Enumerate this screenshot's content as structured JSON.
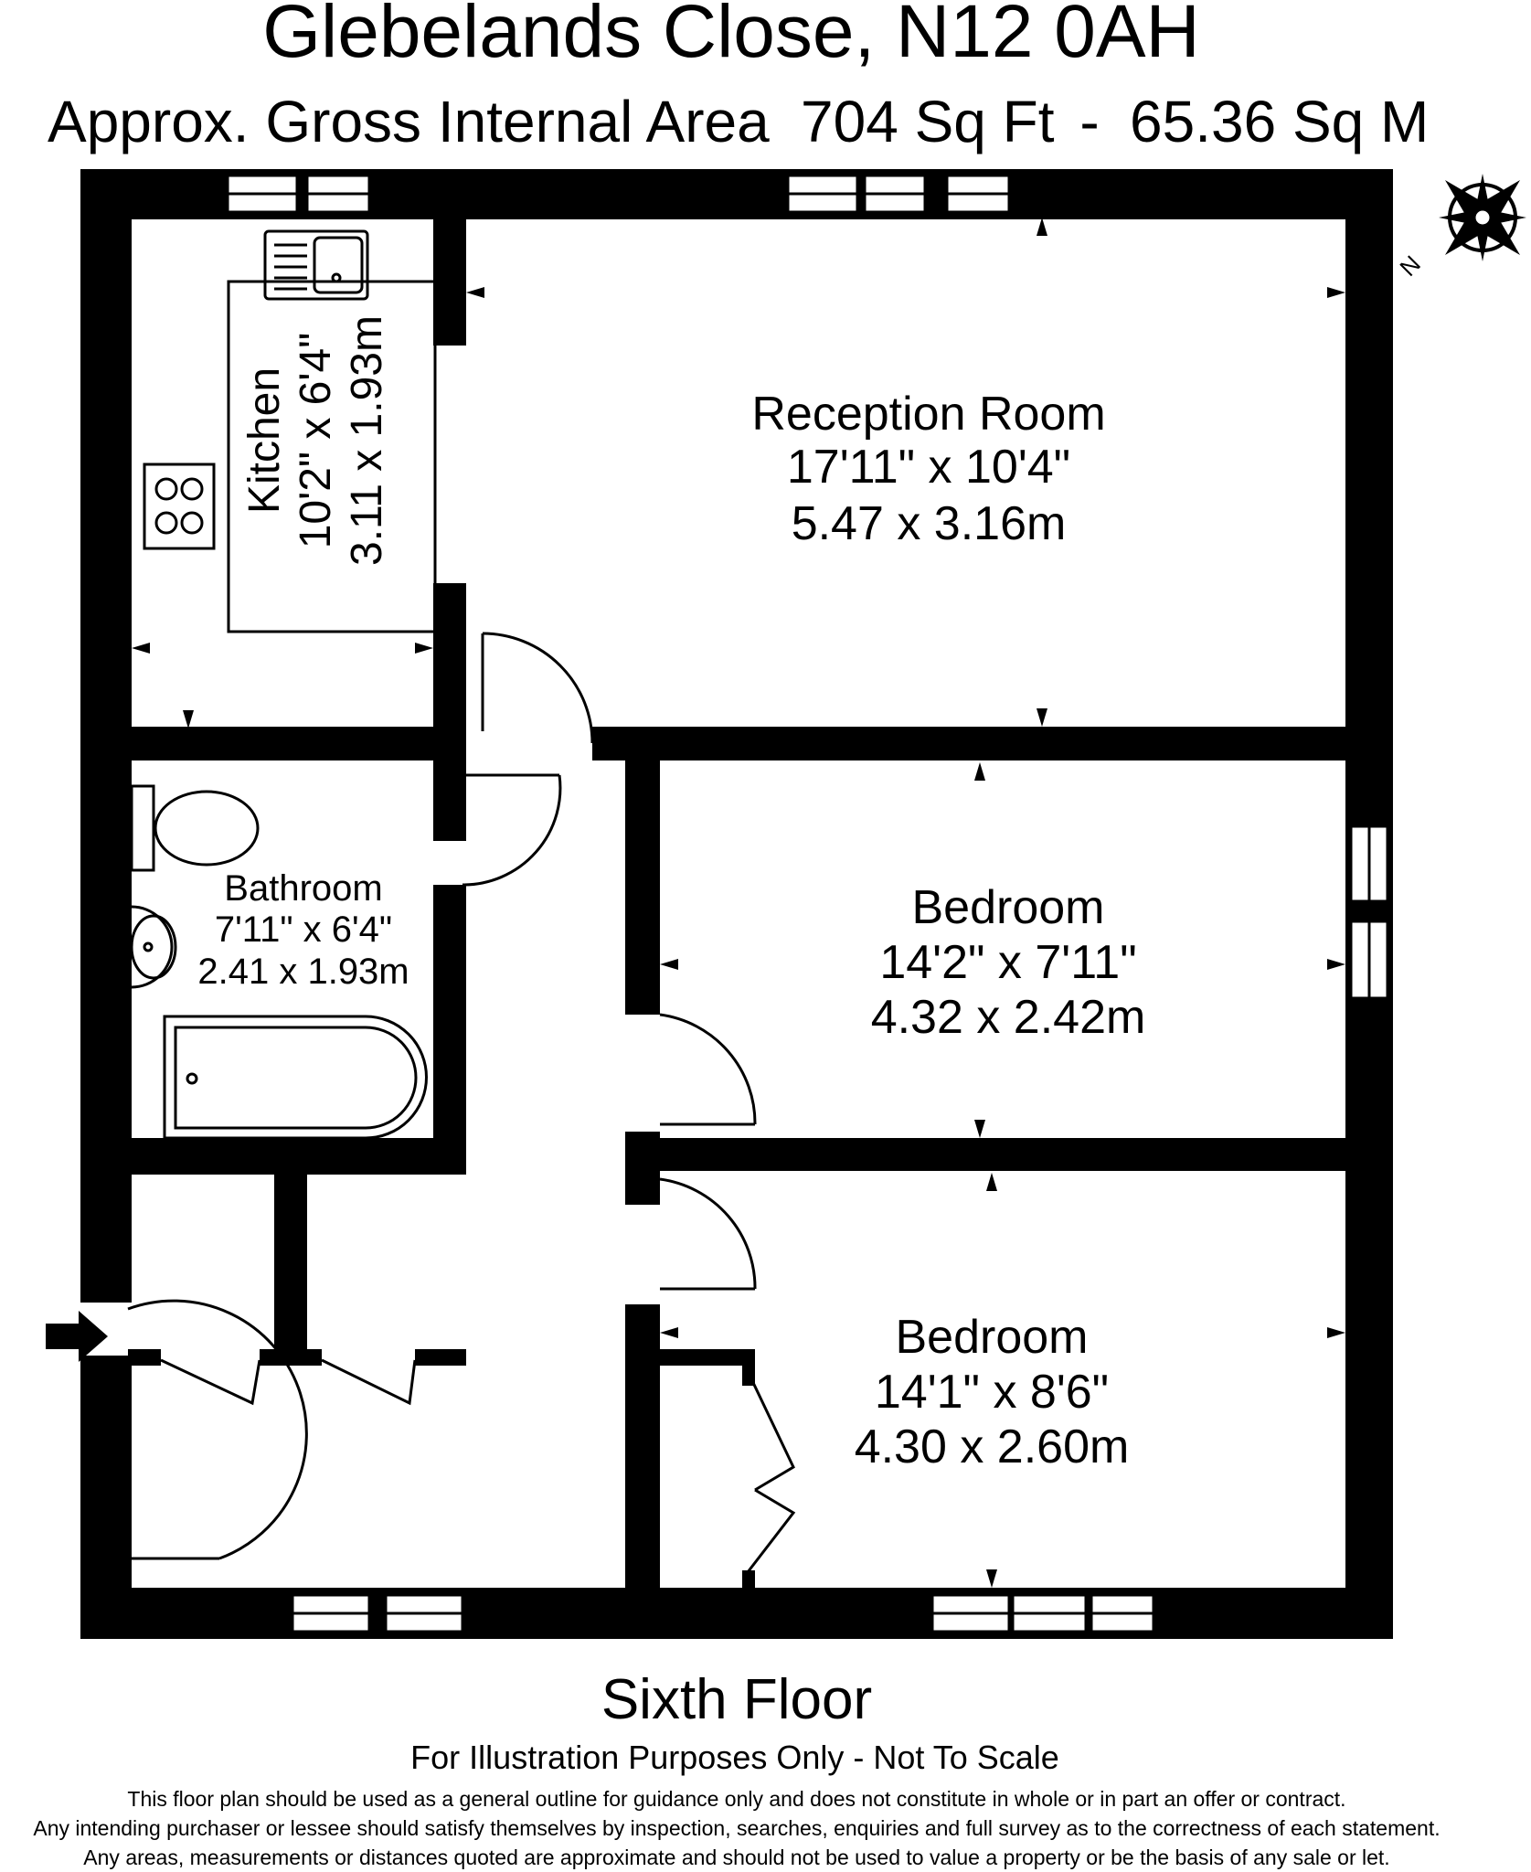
{
  "header": {
    "title": "Glebelands Close, N12 0AH",
    "area_label": "Approx. Gross Internal Area",
    "area_sqft": "704 Sq Ft",
    "separator": "-",
    "area_sqm": "65.36 Sq M"
  },
  "rooms": {
    "reception": {
      "name": "Reception Room",
      "imperial": "17'11\" x 10'4\"",
      "metric": "5.47 x 3.16m"
    },
    "kitchen": {
      "name": "Kitchen",
      "imperial": "10'2\" x 6'4\"",
      "metric": "3.11 x 1.93m"
    },
    "bathroom": {
      "name": "Bathroom",
      "imperial": "7'11\" x 6'4\"",
      "metric": "2.41 x 1.93m"
    },
    "bedroom1": {
      "name": "Bedroom",
      "imperial": "14'2\" x 7'11\"",
      "metric": "4.32 x 2.42m"
    },
    "bedroom2": {
      "name": "Bedroom",
      "imperial": "14'1\" x 8'6\"",
      "metric": "4.30 x 2.60m"
    }
  },
  "compass": {
    "north_label": "N"
  },
  "footer": {
    "floor": "Sixth Floor",
    "illustration": "For Illustration Purposes Only - Not To Scale",
    "disclaimer": [
      "This floor plan should be used as a general outline for guidance only and does not constitute in whole or in part an offer or contract.",
      "Any intending purchaser or lessee should satisfy themselves by inspection, searches, enquiries and full survey as to the correctness of each statement.",
      "Any areas, measurements or distances quoted are approximate and should not be used to value a property or be the basis of any sale or let."
    ]
  },
  "colors": {
    "wall": "#000000",
    "background": "#ffffff"
  }
}
